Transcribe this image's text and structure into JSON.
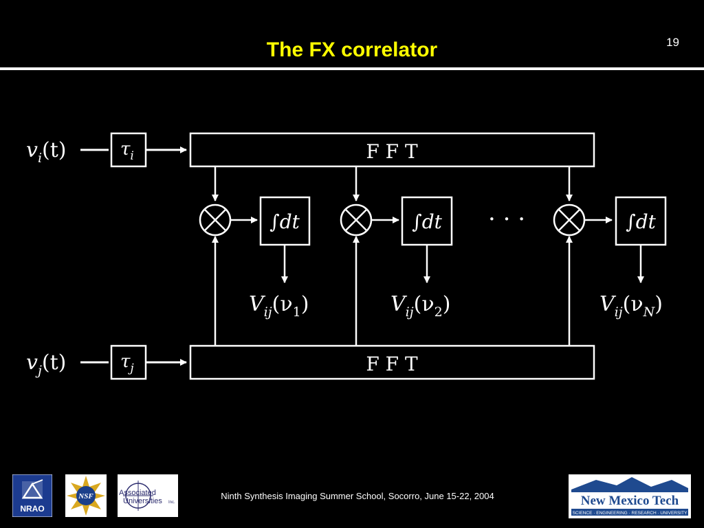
{
  "slide": {
    "title": "The FX correlator",
    "page_number": "19",
    "footer": "Ninth Synthesis Imaging Summer School, Socorro, June 15-22, 2004"
  },
  "diagram": {
    "input_i": {
      "signal": "v",
      "signal_sub": "i",
      "arg": "(t)",
      "delay": "τ",
      "delay_sub": "i"
    },
    "input_j": {
      "signal": "v",
      "signal_sub": "j",
      "arg": "(t)",
      "delay": "τ",
      "delay_sub": "j"
    },
    "fft_label": "F F T",
    "integrator_label": "∫dt",
    "ellipsis": "· · ·",
    "outputs": [
      {
        "V": "V",
        "sub": "ij",
        "open": "(ν",
        "nu_sub": "1",
        "close": ")"
      },
      {
        "V": "V",
        "sub": "ij",
        "open": "(ν",
        "nu_sub": "2",
        "close": ")"
      },
      {
        "V": "V",
        "sub": "ij",
        "open": "(ν",
        "nu_sub": "N",
        "close": ")"
      }
    ]
  },
  "logos": {
    "nrao": "NRAO",
    "nsf": "NSF",
    "aui_line1": "Associated",
    "aui_line2": "Universities",
    "aui_suffix": "Inc.",
    "nmt_name": "New Mexico Tech",
    "nmt_tagline": "SCIENCE · ENGINEERING · RESEARCH · UNIVERSITY"
  },
  "colors": {
    "background": "#000000",
    "title": "#ffff00",
    "lines": "#ffffff"
  }
}
